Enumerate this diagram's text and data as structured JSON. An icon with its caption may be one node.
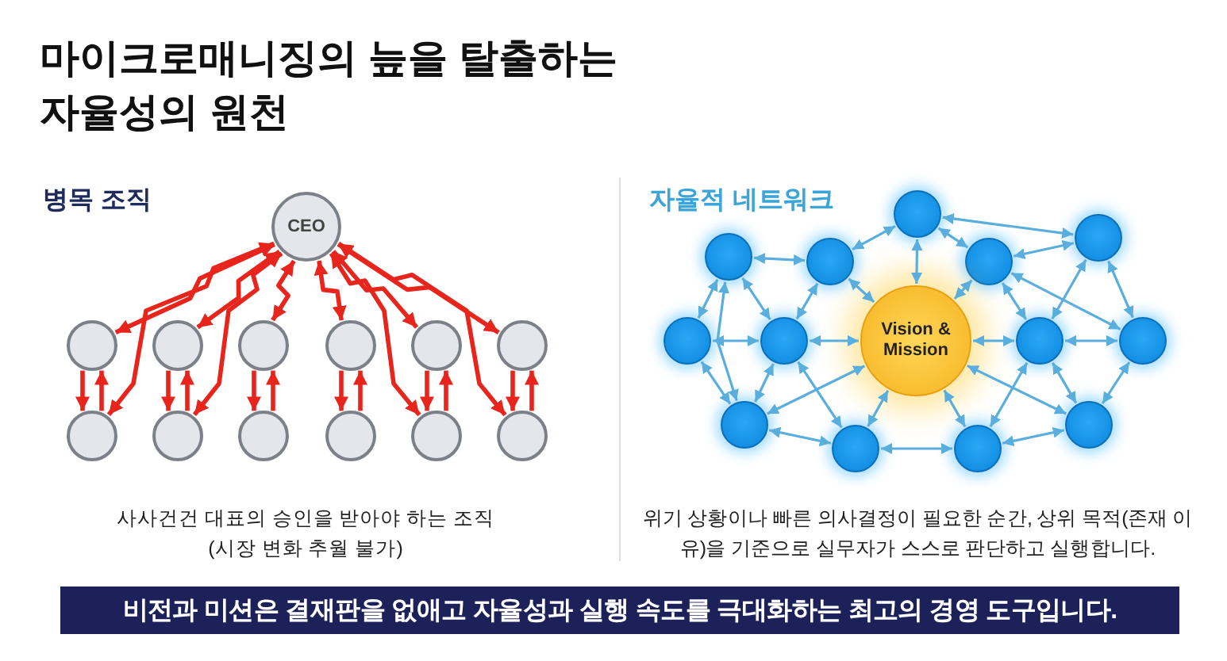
{
  "diagram": {
    "title": "마이크로매니징의 늪을 탈출하는 자율성의 원천",
    "nodes": [
      {
        "text": [
          "CEO"
        ]
      },
      {
        "text": [],
        "shape": "circle"
      },
      {
        "text": [],
        "shape": "circle"
      },
      {
        "text": [],
        "shape": "circle"
      },
      {
        "text": [],
        "shape": "circle"
      },
      {
        "text": [],
        "shape": "circle"
      },
      {
        "text": [],
        "shape": "circle"
      },
      {
        "text": [],
        "shape": "circle"
      },
      {
        "text": [],
        "shape": "circle"
      },
      {
        "text": [],
        "shape": "circle"
      },
      {
        "text": [],
        "shape": "circle"
      },
      {
        "text": [],
        "shape": "circle"
      },
      {
        "text": [],
        "shape": "circle"
      },
      {
        "text": [],
        "shape": "circle"
      },
      {
        "text": [],
        "shape": "circle"
      },
      {
        "text": [],
        "shape": "circle"
      },
      {
        "text": [],
        "shape": "circle"
      },
      {
        "text": [],
        "shape": "circle"
      },
      {
        "text": [],
        "shape": "circle"
      },
      {
        "text": [],
        "shape": "circle"
      },
      {
        "text": [
          "Vision & Mission"
        ]
      },
      {
        "text": [],
        "shape": "circle"
      },
      {
        "text": [],
        "shape": "circle"
      },
      {
        "text": [],
        "shape": "circle"
      },
      {
        "text": [],
        "shape": "circle"
      },
      {
        "text": [],
        "shape": "circle"
      },
      {
        "text": [],
        "shape": "circle"
      },
      {
        "text": [
          "비전과 미션은 결재판을 없애고 자율성과 실행 속도를 극대화하는 최고의 경영 도구입니다."
        ]
      }
    ],
    "edges": [
      {
        "from": 0,
        "to": 1,
        "arrow": "both",
        "color": "#e8251c"
      },
      {
        "from": 0,
        "to": 2,
        "arrow": "both",
        "color": "#e8251c"
      },
      {
        "from": 0,
        "to": 3,
        "arrow": "both",
        "color": "#e8251c"
      },
      {
        "from": 0,
        "to": 4,
        "arrow": "both",
        "color": "#e8251c"
      },
      {
        "from": 0,
        "to": 5,
        "arrow": "both",
        "color": "#e8251c"
      },
      {
        "from": 0,
        "to": 6,
        "arrow": "both",
        "color": "#e8251c"
      },
      {
        "from": 0,
        "to": 7,
        "arrow": "both",
        "color": "#e8251c"
      },
      {
        "from": 0,
        "to": 8,
        "arrow": "both",
        "color": "#e8251c"
      },
      {
        "from": 0,
        "to": 11,
        "arrow": "both",
        "color": "#e8251c"
      },
      {
        "from": 0,
        "to": 12,
        "arrow": "both",
        "color": "#e8251c"
      },
      {
        "from": 7,
        "to": 1,
        "arrow": "to",
        "color": "#e8251c"
      },
      {
        "from": 1,
        "to": 7,
        "arrow": "to",
        "color": "#e8251c"
      },
      {
        "from": 8,
        "to": 2,
        "arrow": "to",
        "color": "#e8251c"
      },
      {
        "from": 2,
        "to": 8,
        "arrow": "to",
        "color": "#e8251c"
      },
      {
        "from": 9,
        "to": 3,
        "arrow": "to",
        "color": "#e8251c"
      },
      {
        "from": 3,
        "to": 9,
        "arrow": "to",
        "color": "#e8251c"
      },
      {
        "from": 10,
        "to": 4,
        "arrow": "to",
        "color": "#e8251c"
      },
      {
        "from": 4,
        "to": 10,
        "arrow": "to",
        "color": "#e8251c"
      },
      {
        "from": 11,
        "to": 5,
        "arrow": "to",
        "color": "#e8251c"
      },
      {
        "from": 5,
        "to": 11,
        "arrow": "to",
        "color": "#e8251c"
      },
      {
        "from": 12,
        "to": 6,
        "arrow": "to",
        "color": "#e8251c"
      },
      {
        "from": 6,
        "to": 12,
        "arrow": "to",
        "color": "#e8251c"
      },
      {
        "from": 14,
        "to": 15,
        "arrow": "both"
      },
      {
        "from": 13,
        "to": 15,
        "arrow": "both"
      },
      {
        "from": 13,
        "to": 17,
        "arrow": "both"
      },
      {
        "from": 13,
        "to": 16,
        "arrow": "both"
      },
      {
        "from": 13,
        "to": 20,
        "arrow": "both"
      },
      {
        "from": 15,
        "to": 20,
        "arrow": "both"
      },
      {
        "from": 16,
        "to": 20,
        "arrow": "both"
      },
      {
        "from": 16,
        "to": 17,
        "arrow": "both"
      },
      {
        "from": 14,
        "to": 18,
        "arrow": "both"
      },
      {
        "from": 14,
        "to": 19,
        "arrow": "both"
      },
      {
        "from": 14,
        "to": 23,
        "arrow": "both"
      },
      {
        "from": 15,
        "to": 19,
        "arrow": "both"
      },
      {
        "from": 18,
        "to": 19,
        "arrow": "both"
      },
      {
        "from": 18,
        "to": 23,
        "arrow": "both"
      },
      {
        "from": 19,
        "to": 20,
        "arrow": "both"
      },
      {
        "from": 19,
        "to": 23,
        "arrow": "both"
      },
      {
        "from": 19,
        "to": 24,
        "arrow": "both"
      },
      {
        "from": 23,
        "to": 20,
        "arrow": "both"
      },
      {
        "from": 23,
        "to": 24,
        "arrow": "both"
      },
      {
        "from": 24,
        "to": 20,
        "arrow": "both"
      },
      {
        "from": 24,
        "to": 25,
        "arrow": "both"
      },
      {
        "from": 25,
        "to": 20,
        "arrow": "both"
      },
      {
        "from": 25,
        "to": 26,
        "arrow": "both"
      },
      {
        "from": 20,
        "to": 26,
        "arrow": "both"
      },
      {
        "from": 20,
        "to": 21,
        "arrow": "both"
      },
      {
        "from": 21,
        "to": 22,
        "arrow": "both"
      },
      {
        "from": 16,
        "to": 21,
        "arrow": "both"
      },
      {
        "from": 16,
        "to": 22,
        "arrow": "both"
      },
      {
        "from": 17,
        "to": 21,
        "arrow": "both"
      },
      {
        "from": 17,
        "to": 22,
        "arrow": "both"
      },
      {
        "from": 21,
        "to": 25,
        "arrow": "both"
      },
      {
        "from": 22,
        "to": 26,
        "arrow": "both"
      },
      {
        "from": 21,
        "to": 26,
        "arrow": "both"
      }
    ],
    "labels": [
      "병목 조직",
      "자율적 네트워크",
      "사사건건 대표의 승인을 받아야 하는 조직 (시장 변화 추월 불가)",
      "위기 상황이나 빠른 의사결정이 필요한 순간, 상위 목적(존재 이유)을 기준으로 실무자가 스스로 판단하고 실행합니다."
    ]
  }
}
